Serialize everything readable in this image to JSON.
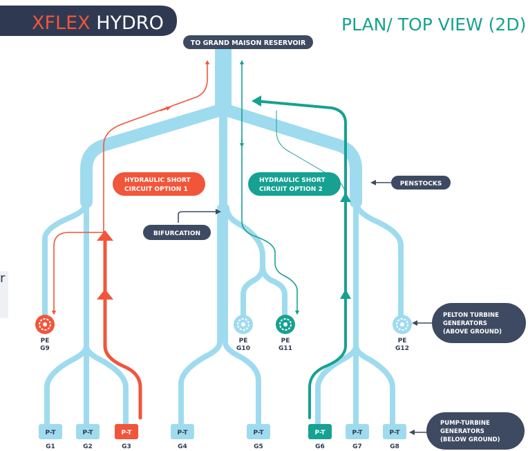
{
  "brand": {
    "part1": "XFLEX",
    "part2": " HYDRO"
  },
  "view_title": "PLAN/ TOP VIEW (2D)",
  "reservoir_label": "TO GRAND MAISON RESERVOIR",
  "labels": {
    "short_circuit_1": [
      "HYDRAULIC SHORT",
      "CIRCUIT OPTION 1"
    ],
    "short_circuit_2": [
      "HYDRAULIC SHORT",
      "CIRCUIT OPTION 2"
    ],
    "penstocks": "PENSTOCKS",
    "bifurcation": "BIFURCATION",
    "pelton": [
      "PELTON TURBINE",
      "GENERATORS",
      "(ABOVE GROUND)"
    ],
    "pump_turbine": [
      "PUMP-TURBINE",
      "GENERATORS",
      "(BELOW GROUND)"
    ]
  },
  "pelton_units": [
    {
      "type": "PE",
      "id": "G9",
      "state": "option1"
    },
    {
      "type": "PE",
      "id": "G10",
      "state": "normal"
    },
    {
      "type": "PE",
      "id": "G11",
      "state": "option2"
    },
    {
      "type": "PE",
      "id": "G12",
      "state": "normal"
    }
  ],
  "pump_units": [
    {
      "type": "P-T",
      "id": "G1",
      "state": "normal"
    },
    {
      "type": "P-T",
      "id": "G2",
      "state": "normal"
    },
    {
      "type": "P-T",
      "id": "G3",
      "state": "option1"
    },
    {
      "type": "P-T",
      "id": "G4",
      "state": "normal"
    },
    {
      "type": "P-T",
      "id": "G5",
      "state": "normal"
    },
    {
      "type": "P-T",
      "id": "G6",
      "state": "option2"
    },
    {
      "type": "P-T",
      "id": "G7",
      "state": "normal"
    },
    {
      "type": "P-T",
      "id": "G8",
      "state": "normal"
    }
  ],
  "colors": {
    "pipe": "#9fdbef",
    "label_bg": "#3e4a61",
    "option1": "#f1553a",
    "option2": "#16a192",
    "brand_accent": "#f1553a",
    "title_teal": "#16a192"
  }
}
